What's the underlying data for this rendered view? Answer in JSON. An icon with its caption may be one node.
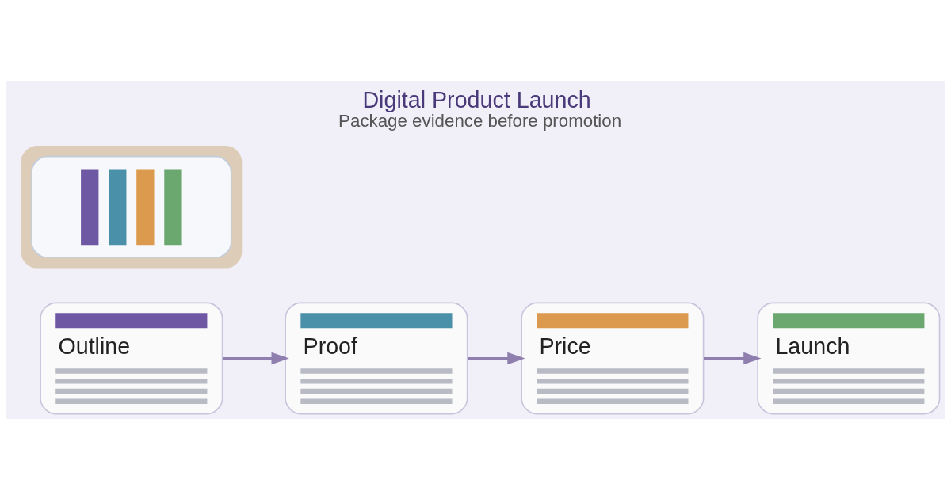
{
  "diagram": {
    "title": "Digital Product Launch",
    "caption": "Package evidence before promotion",
    "nodes": [
      {
        "text": [
          "Outline"
        ]
      },
      {
        "text": [
          "Proof"
        ]
      },
      {
        "text": [
          "Price"
        ]
      },
      {
        "text": [
          "Launch"
        ]
      },
      {
        "text": [],
        "shape": "bar"
      },
      {
        "text": [],
        "shape": "picture",
        "in": 4
      }
    ],
    "edges": [
      {
        "from": 0,
        "to": 1,
        "arrow": "to"
      },
      {
        "from": 1,
        "to": 2,
        "arrow": "to"
      },
      {
        "from": 2,
        "to": 3,
        "arrow": "to"
      }
    ]
  }
}
